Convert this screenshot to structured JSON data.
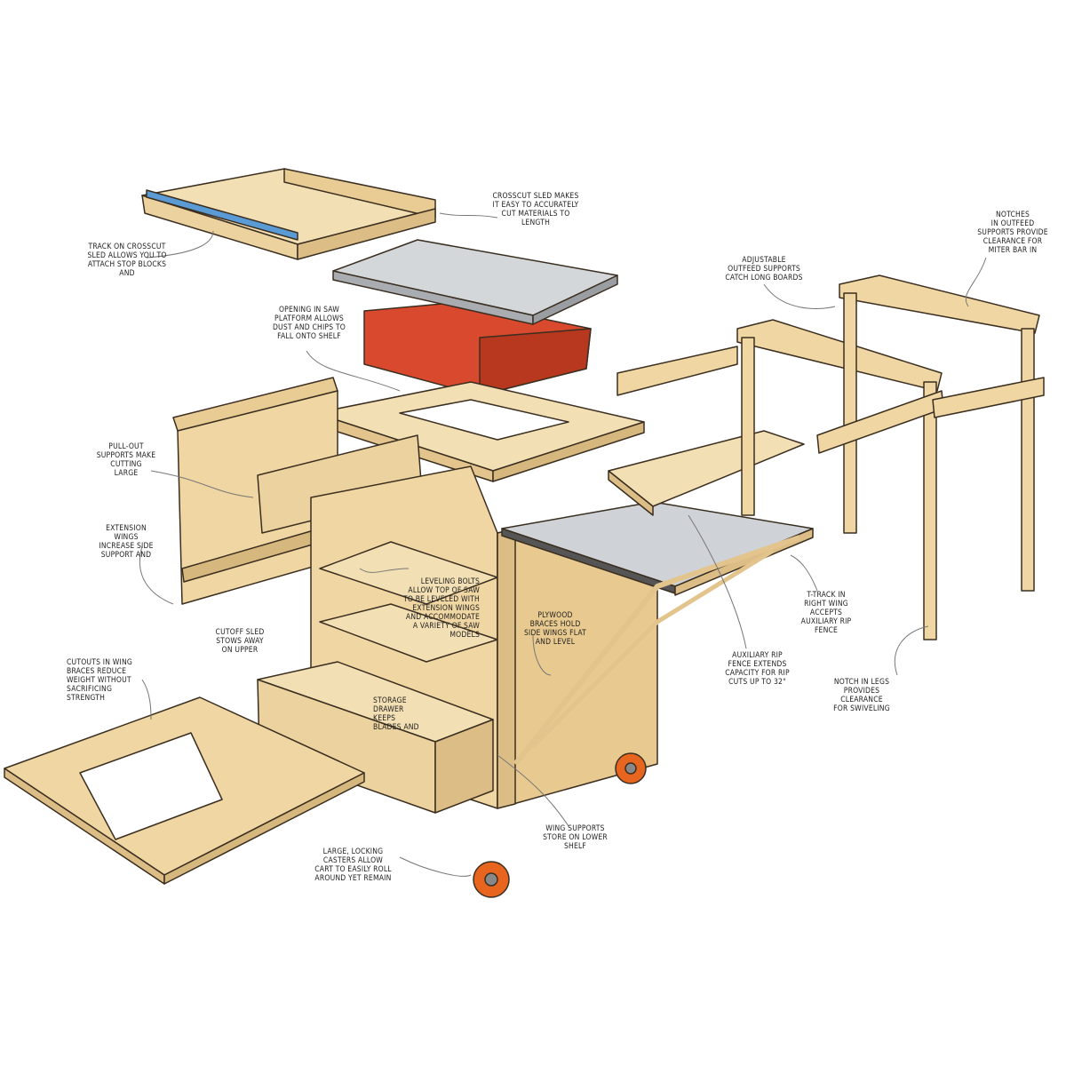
{
  "colors": {
    "wood": "#f1d9a8",
    "wood_dark": "#dcbd85",
    "saw_red": "#d9492e",
    "steel": "#c9ccd0",
    "track_blue": "#5a9bd5",
    "caster_orange": "#e8651f",
    "outline": "#3a2e20"
  },
  "callouts": {
    "crosscut_sled": "CROSSCUT SLED MAKES\nIT EASY TO ACCURATELY\nCUT MATERIALS TO\nLENGTH",
    "sled_track": "TRACK ON CROSSCUT\nSLED ALLOWS YOU TO\nATTACH STOP BLOCKS\nAND",
    "notches": "NOTCHES\nIN OUTFEED\nSUPPORTS PROVIDE\nCLEARANCE FOR\nMITER BAR IN",
    "outfeed": "ADJUSTABLE\nOUTFEED SUPPORTS\nCATCH LONG BOARDS",
    "platform_opening": "OPENING IN SAW\nPLATFORM ALLOWS\nDUST AND CHIPS TO\nFALL ONTO SHELF",
    "pull_out": "PULL-OUT\nSUPPORTS MAKE\nCUTTING\nLARGE",
    "extension_wings": "EXTENSION\nWINGS\nINCREASE SIDE\nSUPPORT AND",
    "leveling_bolts": "LEVELING BOLTS\nALLOW TOP OF SAW\nTO BE LEVELED WITH\nEXTENSION WINGS\nAND ACCOMMODATE\nA VARIETY OF SAW\nMODELS",
    "plywood_braces": "PLYWOOD\nBRACES HOLD\nSIDE WINGS FLAT\nAND LEVEL",
    "t_track": "T-TRACK IN\nRIGHT WING\nACCEPTS\nAUXILIARY RIP\nFENCE",
    "rip_fence": "AUXILIARY RIP\nFENCE EXTENDS\nCAPACITY FOR RIP\nCUTS UP TO 32\"",
    "notch_legs": "NOTCH IN LEGS\nPROVIDES\nCLEARANCE\nFOR SWIVELING",
    "cutoff_sled": "CUTOFF SLED\nSTOWS AWAY\nON UPPER",
    "wing_cutouts": "CUTOUTS IN WING\nBRACES REDUCE\nWEIGHT WITHOUT\nSACRIFICING\nSTRENGTH",
    "storage_drawer": "STORAGE\nDRAWER\nKEEPS\nBLADES AND",
    "wing_supports": "WING SUPPORTS\nSTORE ON LOWER\nSHELF",
    "casters": "LARGE, LOCKING\nCASTERS ALLOW\nCART TO EASILY ROLL\nAROUND YET REMAIN"
  }
}
